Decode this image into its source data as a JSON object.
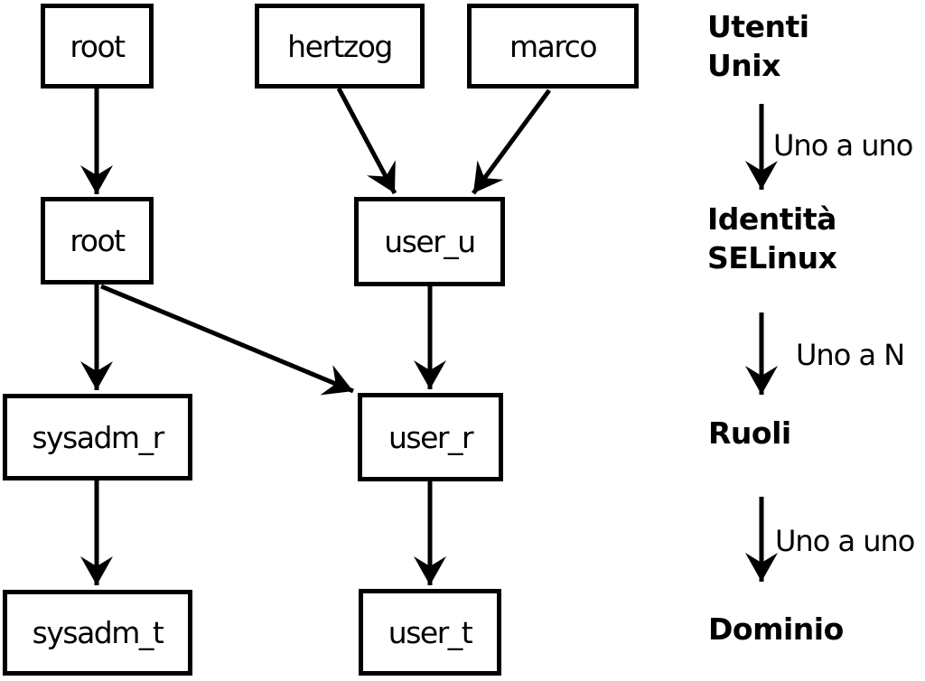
{
  "diagram": {
    "title_semantic": "SELinux identity mapping diagram",
    "nodes": [
      {
        "id": "unix-user-root",
        "label": "root",
        "level": "Utenti Unix"
      },
      {
        "id": "unix-user-hertzog",
        "label": "hertzog",
        "level": "Utenti Unix"
      },
      {
        "id": "unix-user-marco",
        "label": "marco",
        "level": "Utenti Unix"
      },
      {
        "id": "selinux-id-root",
        "label": "root",
        "level": "Identità SELinux"
      },
      {
        "id": "selinux-id-user_u",
        "label": "user_u",
        "level": "Identità SELinux"
      },
      {
        "id": "role-sysadm_r",
        "label": "sysadm_r",
        "level": "Ruoli"
      },
      {
        "id": "role-user_r",
        "label": "user_r",
        "level": "Ruoli"
      },
      {
        "id": "domain-sysadm_t",
        "label": "sysadm_t",
        "level": "Dominio"
      },
      {
        "id": "domain-user_t",
        "label": "user_t",
        "level": "Dominio"
      }
    ],
    "edges": [
      {
        "from": "unix-user-root",
        "to": "selinux-id-root"
      },
      {
        "from": "unix-user-hertzog",
        "to": "selinux-id-user_u"
      },
      {
        "from": "unix-user-marco",
        "to": "selinux-id-user_u"
      },
      {
        "from": "selinux-id-root",
        "to": "role-sysadm_r"
      },
      {
        "from": "selinux-id-root",
        "to": "role-user_r"
      },
      {
        "from": "selinux-id-user_u",
        "to": "role-user_r"
      },
      {
        "from": "role-sysadm_r",
        "to": "domain-sysadm_t"
      },
      {
        "from": "role-user_r",
        "to": "domain-user_t"
      }
    ],
    "legend": {
      "levels": [
        {
          "label": "Utenti\nUnix"
        },
        {
          "label": "Identità\nSELinux"
        },
        {
          "label": "Ruoli"
        },
        {
          "label": "Dominio"
        }
      ],
      "relations": [
        {
          "label": "Uno a uno"
        },
        {
          "label": "Uno a N"
        },
        {
          "label": "Uno a uno"
        }
      ]
    },
    "colors": {
      "stroke": "#000000",
      "background": "#ffffff"
    }
  }
}
